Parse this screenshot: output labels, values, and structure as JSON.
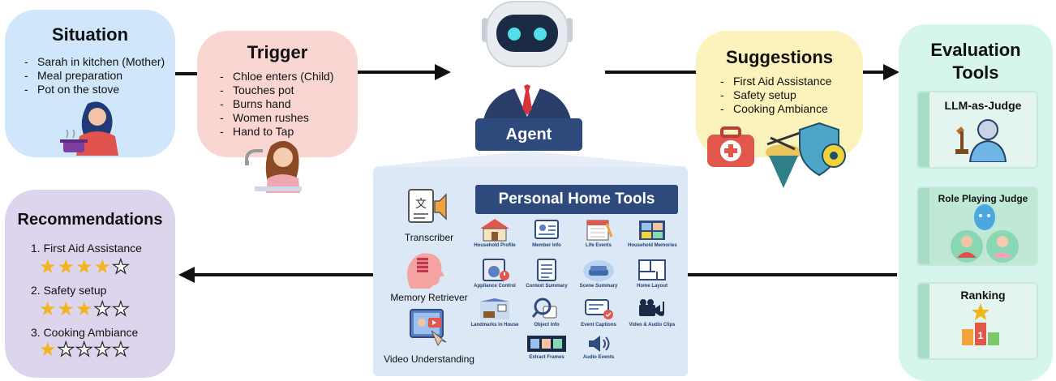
{
  "situation": {
    "title": "Situation",
    "items": [
      "Sarah in kitchen (Mother)",
      "Meal preparation",
      "Pot on the stove"
    ]
  },
  "trigger": {
    "title": "Trigger",
    "items": [
      "Chloe enters (Child)",
      "Touches pot",
      "Burns hand",
      "Women rushes",
      "Hand to Tap"
    ]
  },
  "agent": {
    "label": "Agent"
  },
  "suggestions": {
    "title": "Suggestions",
    "items": [
      "First Aid Assistance",
      "Safety setup",
      "Cooking Ambiance"
    ]
  },
  "evaluation": {
    "title_line1": "Evaluation",
    "title_line2": "Tools",
    "cards": [
      "LLM-as-Judge",
      "Role Playing Judge",
      "Ranking"
    ]
  },
  "recommendations": {
    "title": "Recommendations",
    "items": [
      {
        "label": "1.  First Aid Assistance",
        "stars": 4
      },
      {
        "label": "2.  Safety setup",
        "stars": 3
      },
      {
        "label": "3.  Cooking Ambiance",
        "stars": 1
      }
    ],
    "max_stars": 5
  },
  "home_tools": {
    "title": "Personal Home Tools",
    "left_tools": [
      "Transcriber",
      "Memory Retriever",
      "Video Understanding"
    ],
    "grid": [
      "Household Profile",
      "Member Info",
      "Life Events",
      "Household Memories",
      "Appliance Control",
      "Context Summary",
      "Scene Summary",
      "Home Layout",
      "Landmarks in House",
      "Object Info",
      "Event Captions",
      "Video & Audio Clips",
      "Extract Frames",
      "Audio Events"
    ]
  },
  "colors": {
    "situation_bg": "#cfe6fb",
    "trigger_bg": "#f9d6d2",
    "suggestions_bg": "#fbf3bb",
    "evaluation_bg": "#d6f5ec",
    "recommendations_bg": "#ddd5ee",
    "tools_panel_bg": "#dce8f6",
    "agent_label_bg": "#2e4a7d"
  }
}
